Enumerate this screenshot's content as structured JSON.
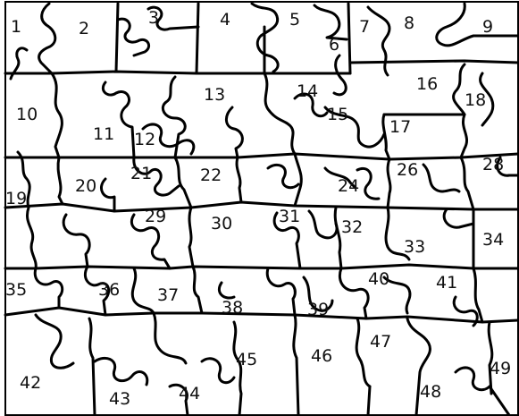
{
  "puzzle": {
    "pieces": [
      "1",
      "2",
      "3",
      "4",
      "5",
      "6",
      "7",
      "8",
      "9",
      "10",
      "11",
      "12",
      "13",
      "14",
      "15",
      "16",
      "17",
      "18",
      "19",
      "20",
      "21",
      "22",
      "24",
      "26",
      "28",
      "29",
      "30",
      "31",
      "32",
      "33",
      "34",
      "35",
      "36",
      "37",
      "38",
      "39",
      "40",
      "41",
      "42",
      "43",
      "44",
      "45",
      "46",
      "47",
      "48",
      "49"
    ],
    "fill_color": "#ffffff",
    "line_color": "#000000"
  }
}
